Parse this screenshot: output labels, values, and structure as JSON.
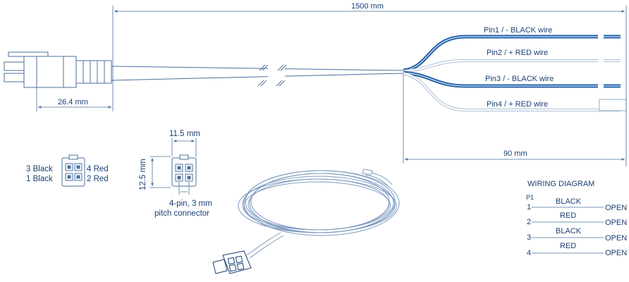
{
  "dimensions": {
    "cable_length": "1500 mm",
    "connector_length": "26.4 mm",
    "breakout_length": "90 mm",
    "connector_width": "11.5 mm",
    "connector_height": "12.5 mm"
  },
  "wires": [
    {
      "label": "Pin1 / - BLACK wire",
      "color": "black"
    },
    {
      "label": "Pin2 / + RED wire",
      "color": "red"
    },
    {
      "label": "Pin3 / - BLACK wire",
      "color": "black"
    },
    {
      "label": "Pin4 / + RED wire",
      "color": "red"
    }
  ],
  "pinout": {
    "left_top": "3 Black",
    "left_bottom": "1 Black",
    "right_top": "4 Red",
    "right_bottom": "2 Red"
  },
  "connector_caption": {
    "line1": "4-pin, 3 mm",
    "line2": "pitch connector"
  },
  "wiring_diagram": {
    "title": "WIRING DIAGRAM",
    "header": "P1",
    "rows": [
      {
        "pin": "1",
        "wire": "BLACK",
        "end": "OPEN"
      },
      {
        "pin": "2",
        "wire": "RED",
        "end": "OPEN"
      },
      {
        "pin": "3",
        "wire": "BLACK",
        "end": "OPEN"
      },
      {
        "pin": "4",
        "wire": "RED",
        "end": "OPEN"
      }
    ]
  },
  "colors": {
    "ink": "#1a3f73",
    "black_wire": "#1f5fa8",
    "line": "#4a6f9c"
  }
}
